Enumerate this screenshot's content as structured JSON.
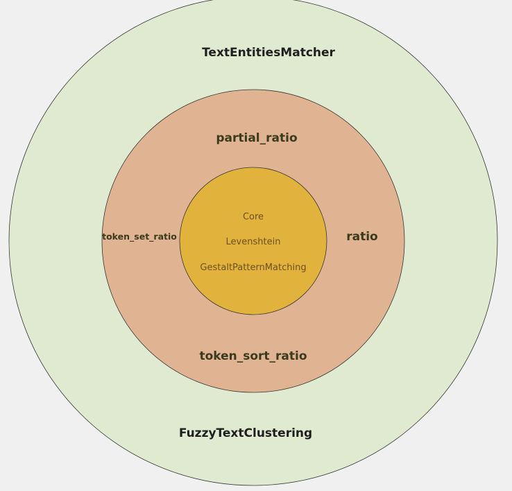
{
  "colors": {
    "background": "#f0f0f0",
    "outer_ring": "#dfead0",
    "middle_ring": "#e0b493",
    "core": "#e2b33c",
    "stroke": "#333333"
  },
  "outer": {
    "top_label": "TextEntitiesMatcher",
    "bottom_label": "FuzzyTextClustering"
  },
  "middle": {
    "top_label": "partial_ratio",
    "right_label": "ratio",
    "bottom_label": "token_sort_ratio",
    "left_label": "token_set_ratio"
  },
  "core": {
    "items": [
      "Core",
      "Levenshtein",
      "GestaltPatternMatching"
    ]
  }
}
